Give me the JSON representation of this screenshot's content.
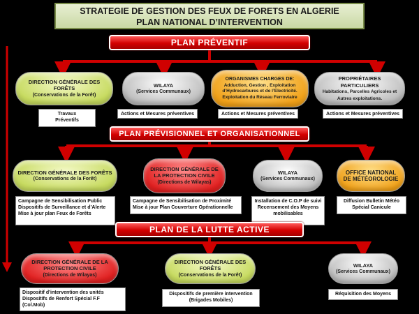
{
  "title": {
    "line1": "STRATEGIE DE GESTION DES FEUX DE FORETS EN ALGERIE",
    "line2": "PLAN NATIONAL D’INTERVENTION"
  },
  "sections": [
    {
      "banner": "PLAN PRÉVENTIF",
      "actors": [
        {
          "title": "DIRECTION GÉNÉRALE DES FORÊTS",
          "sub": "(Conservations de la Forêt)",
          "notes": [
            "Travaux",
            "Préventifs"
          ]
        },
        {
          "title": "WILAYA",
          "sub": "(Services Communaux)",
          "notes": [
            "Actions et Mesures préventives"
          ]
        },
        {
          "title": "ORGANISMES CHARGES DE:",
          "sub": "Adduction, Gestion , Exploitation d’Hydrocarbures et de l’Electricité. Exploitation du Réseau Ferroviaire",
          "notes": [
            "Actions et Mesures préventives"
          ]
        },
        {
          "title": "PROPRIÉTAIRES PARTICULIERS",
          "sub": "Habitations, Parcelles Agricoles et Autres exploitations.",
          "notes": [
            "Actions et Mesures préventives"
          ]
        }
      ]
    },
    {
      "banner": "PLAN PRÉVISIONNEL  ET  ORGANISATIONNEL",
      "actors": [
        {
          "title": "DIRECTION GÉNÉRALE DES FORÊTS",
          "sub": "(Conservations de la Forêt)",
          "notes": [
            "Campagne de Sensibilisation Public",
            "Dispositifs de Surveillance et d’Alerte",
            "Mise à jour plan Feux de Forêts"
          ]
        },
        {
          "title": "DIRECTION GÉNÉRALE DE LA PROTECTION CIVILE",
          "sub": "(Directions de Wilayas)",
          "notes": [
            "Campagne de Sensibilisation de Proximité",
            "Mise à jour Plan  Couverture Opérationnelle"
          ]
        },
        {
          "title": "WILAYA",
          "sub": "(Services Communaux)",
          "notes": [
            "Installation de C.O.P de suivi",
            "Recensement des Moyens mobilisables"
          ]
        },
        {
          "title": "OFFICE NATIONAL DE MÉTÉOROLOGIE",
          "sub": "",
          "notes": [
            "Diffusion Bulletin Météo",
            "Spécial Canicule"
          ]
        }
      ]
    },
    {
      "banner": "PLAN  DE  LA  LUTTE  ACTIVE",
      "actors": [
        {
          "title": "DIRECTION GÉNÉRALE DE LA PROTECTION CIVILE",
          "sub": "(Directions de Wilayas)",
          "notes": [
            "Dispositif d’intervention  des unités",
            "Dispositifs de Renfort Spécial F.F",
            "(Col.Mob)"
          ]
        },
        {
          "title": "DIRECTION GÉNÉRALE DES FORÊTS",
          "sub": "(Conservations de la Forêt)",
          "notes": [
            "Dispositifs de première intervention",
            "(Brigades Mobiles)"
          ]
        },
        {
          "title": "WILAYA",
          "sub": "(Services Communaux)",
          "notes": [
            "Réquisition des Moyens"
          ]
        }
      ]
    }
  ],
  "colors": {
    "banner": "#d30000",
    "arrow": "#d00000",
    "green": "#c6da5e",
    "red": "#e02020",
    "orange": "#f0a018",
    "gray": "#b9b9b9"
  }
}
